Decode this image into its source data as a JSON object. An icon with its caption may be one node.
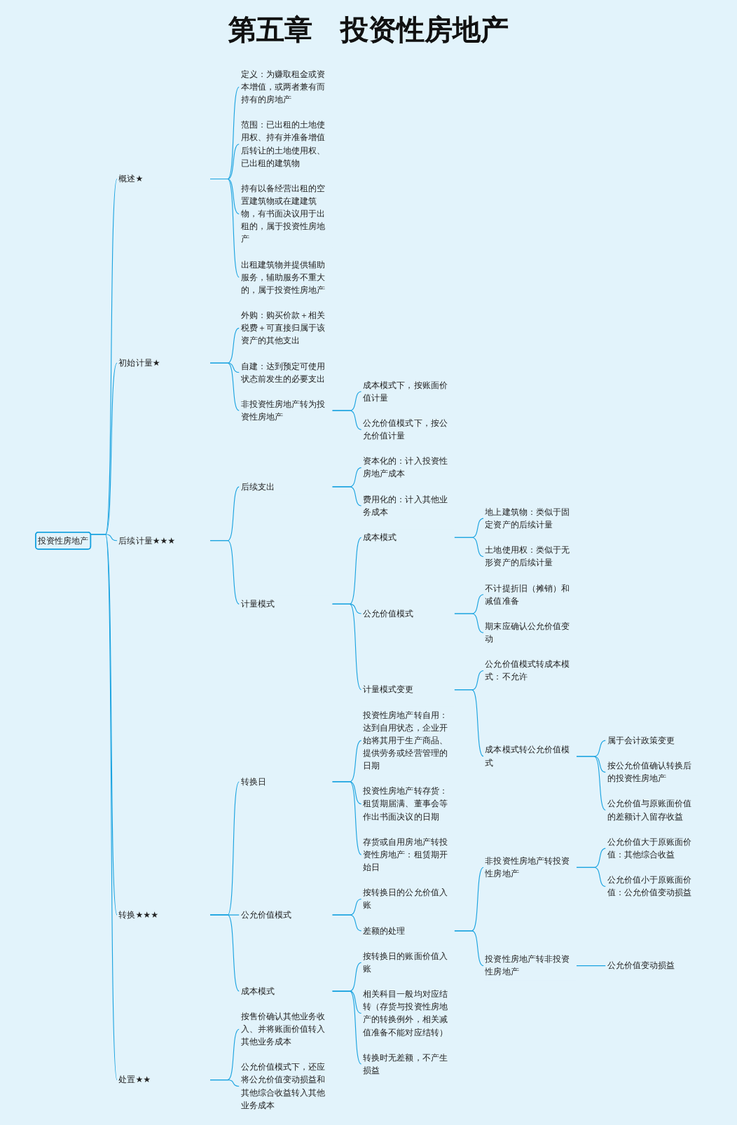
{
  "diagram": {
    "title": "第五章　投资性房地产",
    "nodes": [
      {
        "text": [
          "投资性房地产"
        ]
      },
      {
        "text": [
          "概述★"
        ]
      },
      {
        "text": [
          "定义：为赚取租金或资本增值，或两者兼有而持有的房地产"
        ]
      },
      {
        "text": [
          "范围：已出租的土地使用权、持有并准备增值后转让的土地使用权、已出租的建筑物"
        ]
      },
      {
        "text": [
          "持有以备经营出租的空置建筑物或在建建筑物，有书面决议用于出租的，属于投资性房地产"
        ]
      },
      {
        "text": [
          "出租建筑物并提供辅助服务，辅助服务不重大的，属于投资性房地产"
        ]
      },
      {
        "text": [
          "初始计量★"
        ]
      },
      {
        "text": [
          "外购：购买价款＋相关税费＋可直接归属于该资产的其他支出"
        ]
      },
      {
        "text": [
          "自建：达到预定可使用状态前发生的必要支出"
        ]
      },
      {
        "text": [
          "非投资性房地产转为投资性房地产"
        ]
      },
      {
        "text": [
          "成本模式下，按账面价值计量"
        ]
      },
      {
        "text": [
          "公允价值模式下，按公允价值计量"
        ]
      },
      {
        "text": [
          "后续计量★★★"
        ]
      },
      {
        "text": [
          "后续支出"
        ]
      },
      {
        "text": [
          "资本化的：计入投资性房地产成本"
        ]
      },
      {
        "text": [
          "费用化的：计入其他业务成本"
        ]
      },
      {
        "text": [
          "计量模式"
        ]
      },
      {
        "text": [
          "成本模式"
        ]
      },
      {
        "text": [
          "地上建筑物：类似于固定资产的后续计量"
        ]
      },
      {
        "text": [
          "土地使用权：类似于无形资产的后续计量"
        ]
      },
      {
        "text": [
          "公允价值模式"
        ]
      },
      {
        "text": [
          "不计提折旧（摊销）和减值准备"
        ]
      },
      {
        "text": [
          "期末应确认公允价值变动"
        ]
      },
      {
        "text": [
          "计量模式变更"
        ]
      },
      {
        "text": [
          "公允价值模式转成本模式：不允许"
        ]
      },
      {
        "text": [
          "成本模式转公允价值模式"
        ]
      },
      {
        "text": [
          "属于会计政策变更"
        ]
      },
      {
        "text": [
          "按公允价值确认转换后的投资性房地产"
        ]
      },
      {
        "text": [
          "公允价值与原账面价值的差额计入留存收益"
        ]
      },
      {
        "text": [
          "转换★★★"
        ]
      },
      {
        "text": [
          "转换日"
        ]
      },
      {
        "text": [
          "投资性房地产转自用：达到自用状态，企业开始将其用于生产商品、提供劳务或经营管理的日期"
        ]
      },
      {
        "text": [
          "投资性房地产转存货：租赁期届满、董事会等作出书面决议的日期"
        ]
      },
      {
        "text": [
          "存货或自用房地产转投资性房地产：租赁期开始日"
        ]
      },
      {
        "text": [
          "公允价值模式"
        ]
      },
      {
        "text": [
          "按转换日的公允价值入账"
        ]
      },
      {
        "text": [
          "差额的处理"
        ]
      },
      {
        "text": [
          "非投资性房地产转投资性房地产"
        ]
      },
      {
        "text": [
          "公允价值大于原账面价值：其他综合收益"
        ]
      },
      {
        "text": [
          "公允价值小于原账面价值：公允价值变动损益"
        ]
      },
      {
        "text": [
          "投资性房地产转非投资性房地产"
        ]
      },
      {
        "text": [
          "公允价值变动损益"
        ]
      },
      {
        "text": [
          "成本模式"
        ]
      },
      {
        "text": [
          "按转换日的账面价值入账"
        ]
      },
      {
        "text": [
          "相关科目一般均对应结转（存货与投资性房地产的转换例外，相关减值准备不能对应结转）"
        ]
      },
      {
        "text": [
          "转换时无差额，不产生损益"
        ]
      },
      {
        "text": [
          "处置★★"
        ]
      },
      {
        "text": [
          "按售价确认其他业务收入、并将账面价值转入其他业务成本"
        ]
      },
      {
        "text": [
          "公允价值模式下，还应将公允价值变动损益和其他综合收益转入其他业务成本"
        ]
      }
    ],
    "edges": [
      {
        "from": 0,
        "to": 1,
        "arrow": "none"
      },
      {
        "from": 1,
        "to": 2,
        "arrow": "none"
      },
      {
        "from": 1,
        "to": 3,
        "arrow": "none"
      },
      {
        "from": 1,
        "to": 4,
        "arrow": "none"
      },
      {
        "from": 1,
        "to": 5,
        "arrow": "none"
      },
      {
        "from": 0,
        "to": 6,
        "arrow": "none"
      },
      {
        "from": 6,
        "to": 7,
        "arrow": "none"
      },
      {
        "from": 6,
        "to": 8,
        "arrow": "none"
      },
      {
        "from": 6,
        "to": 9,
        "arrow": "none"
      },
      {
        "from": 9,
        "to": 10,
        "arrow": "none"
      },
      {
        "from": 9,
        "to": 11,
        "arrow": "none"
      },
      {
        "from": 0,
        "to": 12,
        "arrow": "none"
      },
      {
        "from": 12,
        "to": 13,
        "arrow": "none"
      },
      {
        "from": 13,
        "to": 14,
        "arrow": "none"
      },
      {
        "from": 13,
        "to": 15,
        "arrow": "none"
      },
      {
        "from": 12,
        "to": 16,
        "arrow": "none"
      },
      {
        "from": 16,
        "to": 17,
        "arrow": "none"
      },
      {
        "from": 17,
        "to": 18,
        "arrow": "none"
      },
      {
        "from": 17,
        "to": 19,
        "arrow": "none"
      },
      {
        "from": 16,
        "to": 20,
        "arrow": "none"
      },
      {
        "from": 20,
        "to": 21,
        "arrow": "none"
      },
      {
        "from": 20,
        "to": 22,
        "arrow": "none"
      },
      {
        "from": 16,
        "to": 23,
        "arrow": "none"
      },
      {
        "from": 23,
        "to": 24,
        "arrow": "none"
      },
      {
        "from": 23,
        "to": 25,
        "arrow": "none"
      },
      {
        "from": 25,
        "to": 26,
        "arrow": "none"
      },
      {
        "from": 25,
        "to": 27,
        "arrow": "none"
      },
      {
        "from": 25,
        "to": 28,
        "arrow": "none"
      },
      {
        "from": 0,
        "to": 29,
        "arrow": "none"
      },
      {
        "from": 29,
        "to": 30,
        "arrow": "none"
      },
      {
        "from": 30,
        "to": 31,
        "arrow": "none"
      },
      {
        "from": 30,
        "to": 32,
        "arrow": "none"
      },
      {
        "from": 30,
        "to": 33,
        "arrow": "none"
      },
      {
        "from": 29,
        "to": 34,
        "arrow": "none"
      },
      {
        "from": 34,
        "to": 35,
        "arrow": "none"
      },
      {
        "from": 34,
        "to": 36,
        "arrow": "none"
      },
      {
        "from": 36,
        "to": 37,
        "arrow": "none"
      },
      {
        "from": 37,
        "to": 38,
        "arrow": "none"
      },
      {
        "from": 37,
        "to": 39,
        "arrow": "none"
      },
      {
        "from": 36,
        "to": 40,
        "arrow": "none"
      },
      {
        "from": 40,
        "to": 41,
        "arrow": "none"
      },
      {
        "from": 29,
        "to": 42,
        "arrow": "none"
      },
      {
        "from": 42,
        "to": 43,
        "arrow": "none"
      },
      {
        "from": 42,
        "to": 44,
        "arrow": "none"
      },
      {
        "from": 42,
        "to": 45,
        "arrow": "none"
      },
      {
        "from": 0,
        "to": 46,
        "arrow": "none"
      },
      {
        "from": 46,
        "to": 47,
        "arrow": "none"
      },
      {
        "from": 46,
        "to": 48,
        "arrow": "none"
      }
    ]
  }
}
